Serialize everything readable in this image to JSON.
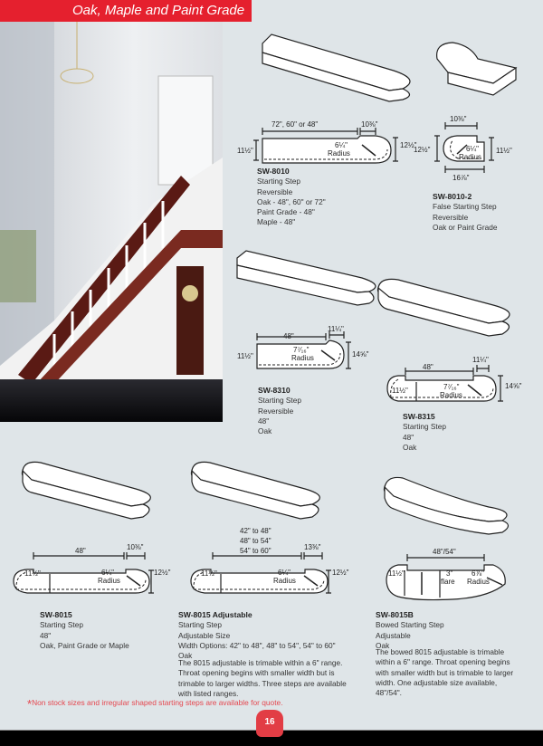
{
  "header": {
    "title": "Oak, Maple and Paint Grade"
  },
  "products": [
    {
      "code": "SW-8010",
      "lines": [
        "Starting Step",
        "Reversible",
        "Oak - 48\", 60\" or 72\"",
        "Paint Grade - 48\"",
        "Maple - 48\""
      ],
      "dims": {
        "length": "72\", 60\" or 48\"",
        "end": "10⅜\"",
        "left": "11½\"",
        "right": "12½\"",
        "radius": "6¼\"",
        "radius_label": "Radius"
      }
    },
    {
      "code": "SW-8010-2",
      "lines": [
        "False Starting Step",
        "Reversible",
        "Oak or Paint Grade"
      ],
      "dims": {
        "top": "10⅜\"",
        "left": "12½\"",
        "right": "11½\"",
        "bottom": "16⅞\"",
        "radius": "6¼\"",
        "radius_label": "Radius"
      }
    },
    {
      "code": "SW-8310",
      "lines": [
        "Starting Step",
        "Reversible",
        "48\"",
        "Oak"
      ],
      "dims": {
        "length": "48\"",
        "end": "11¼\"",
        "left": "11½\"",
        "right": "14⅝\"",
        "radius": "7⁷⁄₁₆\"",
        "radius_label": "Radius"
      }
    },
    {
      "code": "SW-8315",
      "lines": [
        "Starting Step",
        "48\"",
        "Oak"
      ],
      "dims": {
        "length": "48\"",
        "end": "11¼\"",
        "inner": "11½\"",
        "right": "14⅝\"",
        "radius": "7⁷⁄₁₆\"",
        "radius_label": "Radius"
      }
    },
    {
      "code": "SW-8015",
      "lines": [
        "Starting Step",
        "48\"",
        "Oak, Paint Grade or Maple"
      ],
      "dims": {
        "length": "48\"",
        "end": "10⅜\"",
        "inner": "11½\"",
        "right": "12½\"",
        "radius": "6¼\"",
        "radius_label": "Radius"
      }
    },
    {
      "code": "SW-8015 Adjustable",
      "lines": [
        "Starting Step",
        "Adjustable Size",
        "Width Options: 42\" to 48\", 48\" to 54\", 54\" to 60\"",
        "Oak"
      ],
      "note": "The 8015 adjustable is trimable within a 6\" range. Throat opening begins with smaller width but is trimable to larger widths. Three steps are available with listed ranges.",
      "dims": {
        "ranges": [
          "42\" to 48\"",
          "48\" to 54\"",
          "54\" to 60\""
        ],
        "end": "13⅜\"",
        "inner": "11½\"",
        "right": "12½\"",
        "radius": "6¼\"",
        "radius_label": "Radius"
      }
    },
    {
      "code": "SW-8015B",
      "lines": [
        "Bowed Starting Step",
        "Adjustable",
        "Oak"
      ],
      "note": "The bowed 8015 adjustable is trimable within a 6\" range. Throat opening begins with smaller width but is trimable to larger width. One adjustable size available, 48\"/54\".",
      "dims": {
        "length": "48\"/54\"",
        "inner": "11½\"",
        "flare": "3\"",
        "flare_label": "flare",
        "radius": "6⅞\"",
        "radius_label": "Radius"
      }
    }
  ],
  "footnote": {
    "star": "*",
    "text": "Non stock sizes and irregular shaped starting steps are available for quote."
  },
  "page_number": "16",
  "colors": {
    "accent": "#e5202e",
    "background": "#dfe5e8"
  }
}
